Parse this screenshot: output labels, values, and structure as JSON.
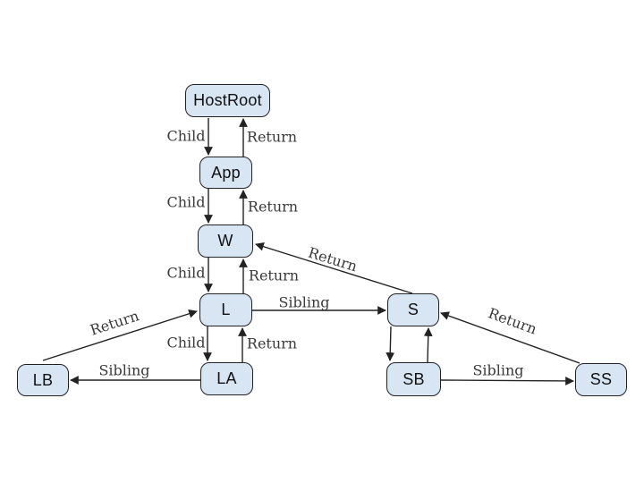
{
  "diagram": {
    "description": "Fiber tree traversal diagram with Child, Sibling and Return pointers",
    "colors": {
      "background": "#ffffff",
      "node_fill": "#d8e5f3",
      "node_border": "#222222",
      "edge_stroke": "#222222",
      "edge_label_text": "#3a3a3a",
      "node_text": "#111111"
    },
    "nodes": {
      "hostroot": "HostRoot",
      "app": "App",
      "w": "W",
      "l": "L",
      "s": "S",
      "lb": "LB",
      "la": "LA",
      "sb": "SB",
      "ss": "SS"
    },
    "edges": [
      {
        "from": "HostRoot",
        "to": "App",
        "label": "Child"
      },
      {
        "from": "App",
        "to": "HostRoot",
        "label": "Return"
      },
      {
        "from": "App",
        "to": "W",
        "label": "Child"
      },
      {
        "from": "W",
        "to": "App",
        "label": "Return"
      },
      {
        "from": "W",
        "to": "L",
        "label": "Child"
      },
      {
        "from": "L",
        "to": "W",
        "label": "Return"
      },
      {
        "from": "L",
        "to": "LA",
        "label": "Child"
      },
      {
        "from": "LA",
        "to": "L",
        "label": "Return"
      },
      {
        "from": "L",
        "to": "S",
        "label": "Sibling"
      },
      {
        "from": "S",
        "to": "W",
        "label": "Return"
      },
      {
        "from": "LA",
        "to": "LB",
        "label": "Sibling"
      },
      {
        "from": "LB",
        "to": "L",
        "label": "Return"
      },
      {
        "from": "SB",
        "to": "SS",
        "label": "Sibling"
      },
      {
        "from": "SS",
        "to": "S",
        "label": "Return"
      },
      {
        "from": "S",
        "to": "SB",
        "label": ""
      },
      {
        "from": "SB",
        "to": "S",
        "label": ""
      }
    ]
  }
}
